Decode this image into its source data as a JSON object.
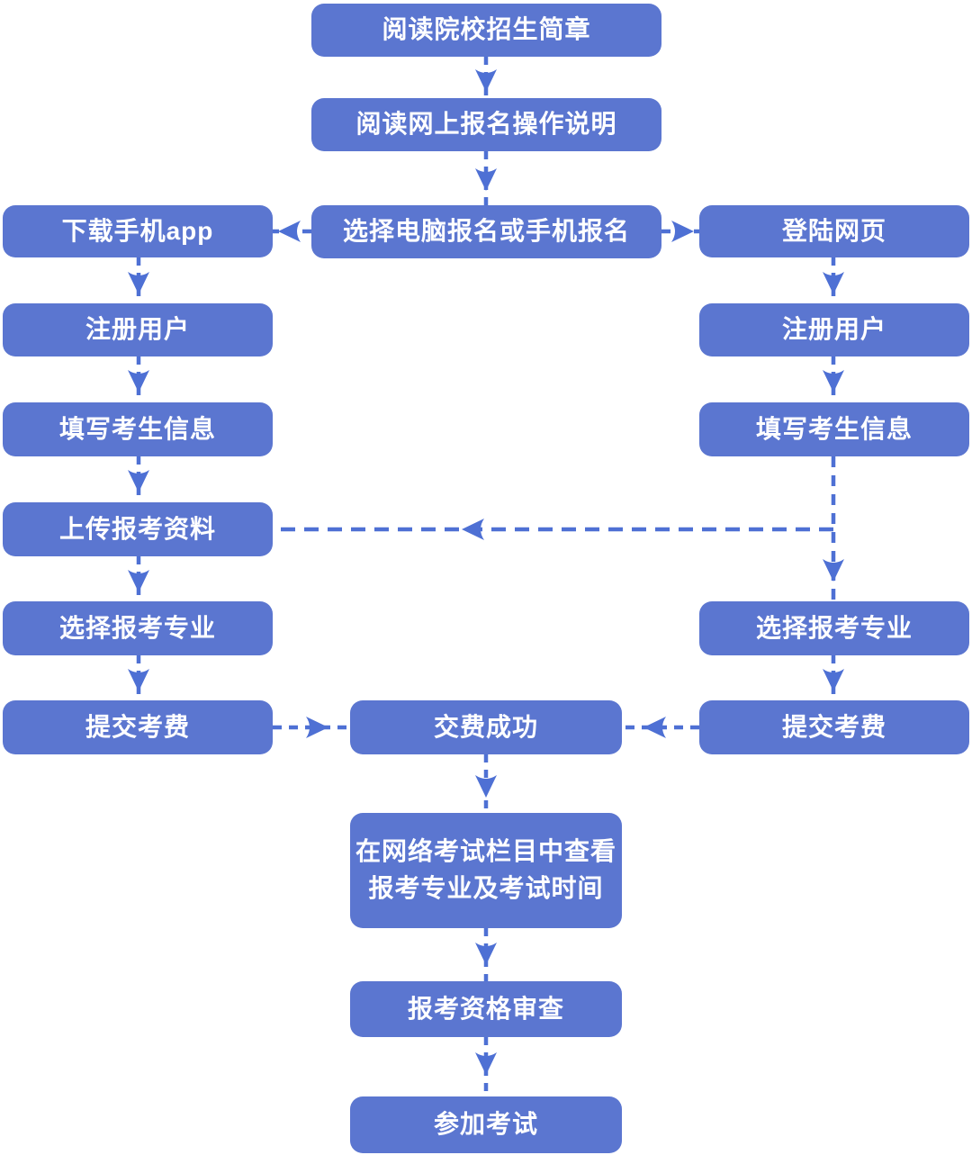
{
  "diagram": {
    "type": "flowchart",
    "colors": {
      "background": "#ffffff",
      "node_fill": "#5b76d0",
      "node_text": "#ffffff",
      "connector": "#4e70d4"
    },
    "nodes": {
      "read_brochure": "阅读院校招生简章",
      "read_instructions": "阅读网上报名操作说明",
      "download_app": "下载手机app",
      "choose_method": "选择电脑报名或手机报名",
      "login_web": "登陆网页",
      "register_left": "注册用户",
      "register_right": "注册用户",
      "fill_info_left": "填写考生信息",
      "fill_info_right": "填写考生信息",
      "upload_materials": "上传报考资料",
      "choose_major_left": "选择报考专业",
      "choose_major_right": "选择报考专业",
      "pay_fee_left": "提交考费",
      "pay_fee_right": "提交考费",
      "payment_success": "交费成功",
      "check_exam_line1": "在网络考试栏目中查看",
      "check_exam_line2": "报考专业及考试时间",
      "qualification_review": "报考资格审查",
      "take_exam": "参加考试"
    }
  }
}
